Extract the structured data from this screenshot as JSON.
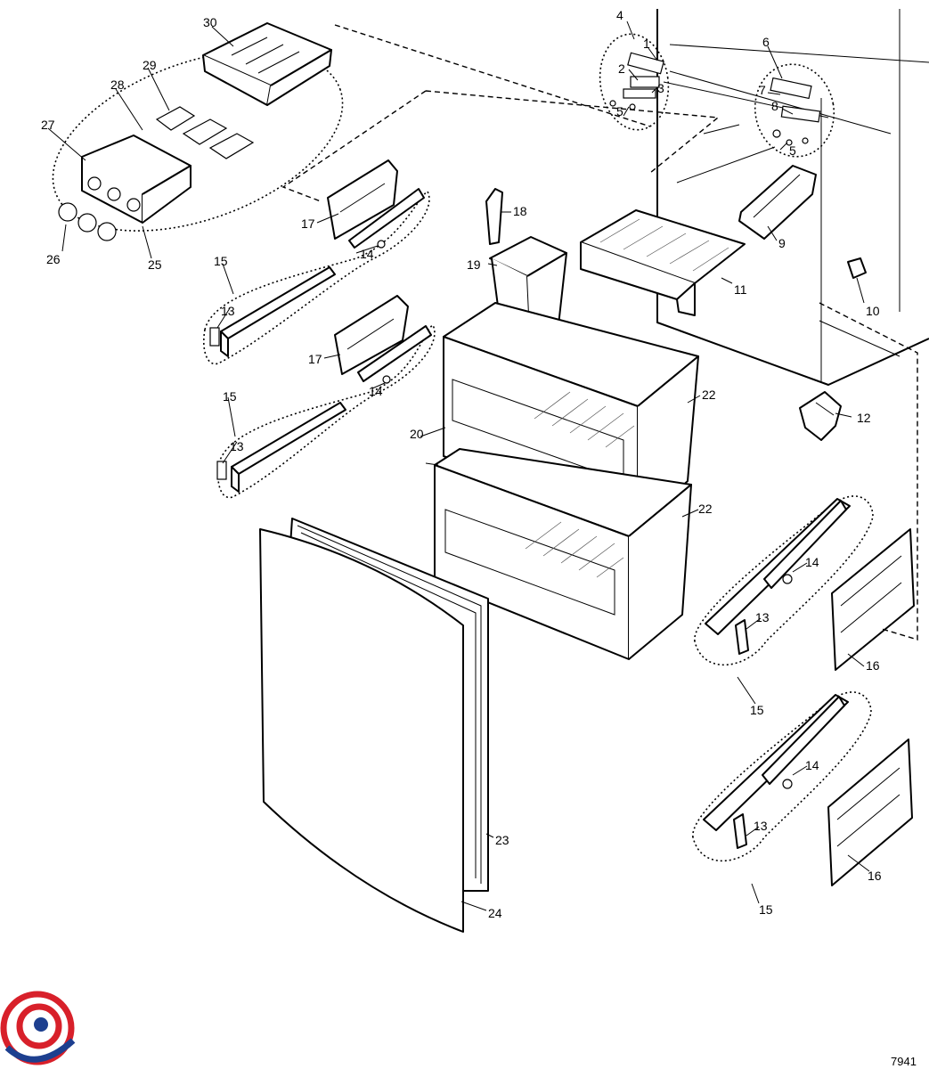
{
  "callouts": {
    "c1": "1",
    "c2": "2",
    "c3": "3",
    "c4": "4",
    "c5a": "5",
    "c5b": "5",
    "c6": "6",
    "c7": "7",
    "c8": "8",
    "c9": "9",
    "c10": "10",
    "c11": "11",
    "c12": "12",
    "c13a": "13",
    "c13b": "13",
    "c13c": "13",
    "c13d": "13",
    "c14a": "14",
    "c14b": "14",
    "c14c": "14",
    "c14d": "14",
    "c15a": "15",
    "c15b": "15",
    "c15c": "15",
    "c15d": "15",
    "c16a": "16",
    "c16b": "16",
    "c17a": "17",
    "c17b": "17",
    "c18": "18",
    "c19": "19",
    "c20": "20",
    "c22a": "22",
    "c22b": "22",
    "c23": "23",
    "c24": "24",
    "c25": "25",
    "c26": "26",
    "c27": "27",
    "c28": "28",
    "c29": "29",
    "c30": "30"
  },
  "diagram_code": "7941",
  "logo": {
    "colors": [
      "#d8202a",
      "#1d3f8f"
    ]
  }
}
